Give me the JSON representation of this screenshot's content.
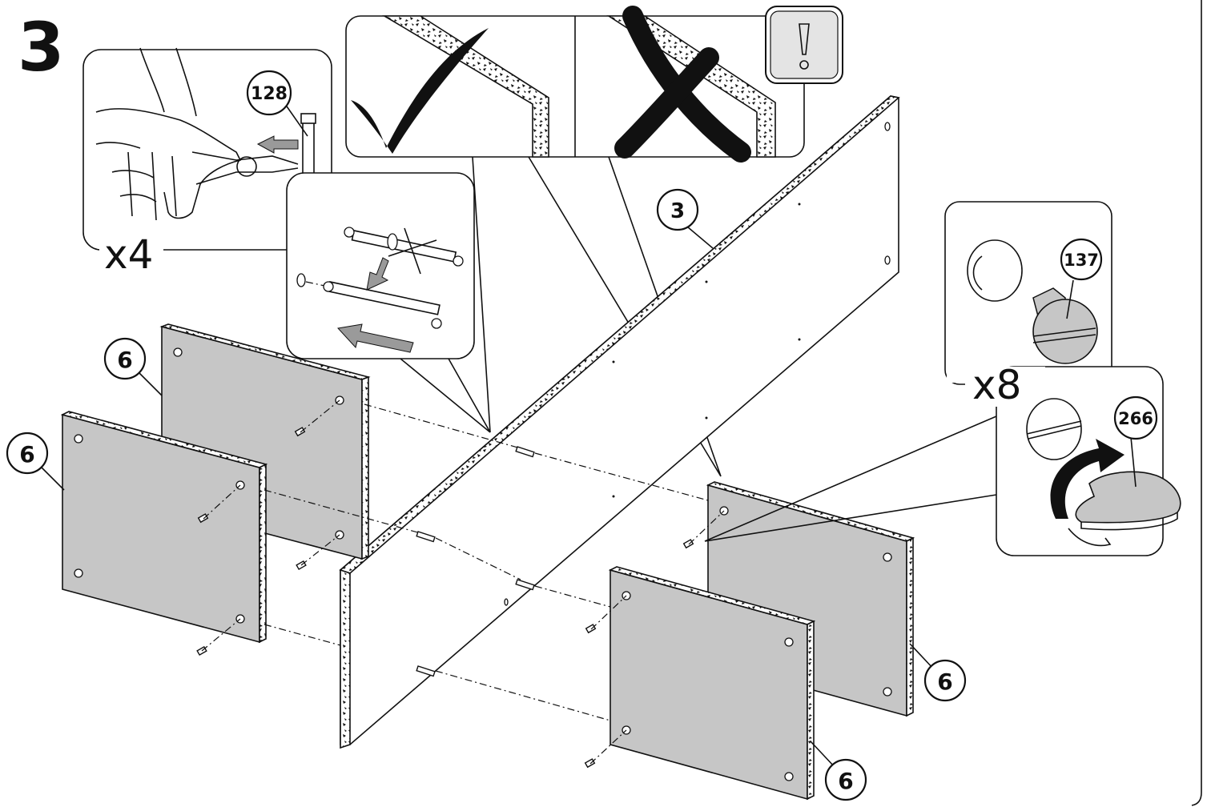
{
  "step": {
    "number": "3"
  },
  "quantities": {
    "cam_lock_detail": "x4",
    "drawer_stop_detail": "x8"
  },
  "part_callouts": {
    "pin_128": "128",
    "top_panel": "3",
    "cam_137": "137",
    "stop_266": "266",
    "side_panel_left_back": "6",
    "side_panel_left_front": "6",
    "side_panel_right_back": "6",
    "side_panel_right_front": "6"
  },
  "icons": {
    "correct": "check-icon",
    "incorrect": "cross-icon",
    "warning": "exclamation-icon",
    "rotate": "rotate-arrow-icon"
  }
}
